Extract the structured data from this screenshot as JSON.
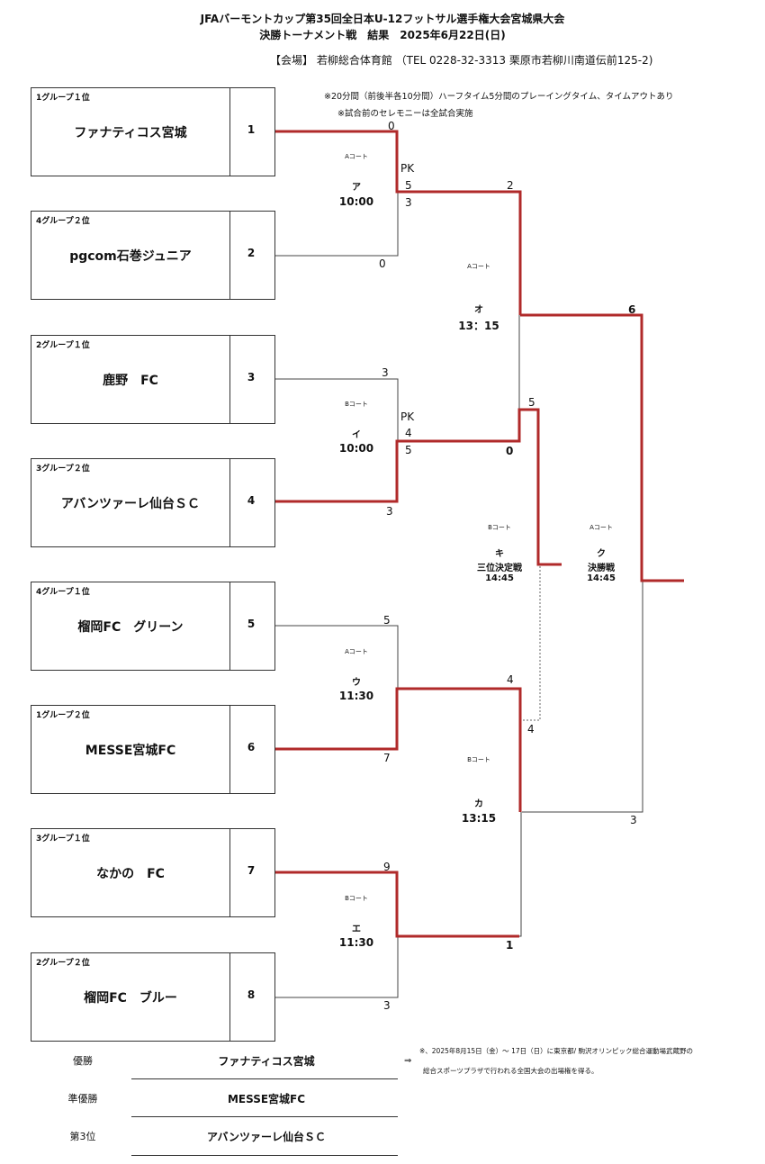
{
  "header": {
    "title": "JFAバーモントカップ第35回全日本U-12フットサル選手権大会宮城県大会",
    "subtitle": "決勝トーナメント戦　結果　2025年6月22日(日)",
    "venue": "【会場】 若柳総合体育館 （TEL 0228-32-3313  栗原市若柳川南道伝前125-2)"
  },
  "notes": {
    "play_time": "※20分間（前後半各10分間）ハーフタイム5分間のプレーイングタイム、タイムアウトあり",
    "ceremony": "※試合前のセレモニーは全試合実施"
  },
  "teams": [
    {
      "group": "1グループ１位",
      "name": "ファナティコス宮城",
      "seed": "1"
    },
    {
      "group": "4グループ２位",
      "name": "pgcom石巻ジュニア",
      "seed": "2"
    },
    {
      "group": "2グループ１位",
      "name": "鹿野　FC",
      "seed": "3"
    },
    {
      "group": "3グループ２位",
      "name": "アバンツァーレ仙台ＳＣ",
      "seed": "4"
    },
    {
      "group": "4グループ１位",
      "name": "榴岡FC　グリーン",
      "seed": "5"
    },
    {
      "group": "1グループ２位",
      "name": "MESSE宮城FC",
      "seed": "6"
    },
    {
      "group": "3グループ１位",
      "name": "なかの　FC",
      "seed": "7"
    },
    {
      "group": "2グループ２位",
      "name": "榴岡FC　ブルー",
      "seed": "8"
    }
  ],
  "matches": {
    "a": {
      "court": "Aコート",
      "id": "ア",
      "time": "10:00",
      "score_top": "0",
      "pk_label": "PK",
      "pk_top": "5",
      "pk_bottom": "3",
      "score_bottom": "0"
    },
    "i": {
      "court": "Bコート",
      "id": "イ",
      "time": "10:00",
      "score_top": "3",
      "pk_label": "PK",
      "pk_top": "4",
      "pk_bottom": "5",
      "score_bottom": "3"
    },
    "u": {
      "court": "Aコート",
      "id": "ウ",
      "time": "11:30",
      "score_top": "5",
      "score_bottom": "7"
    },
    "e": {
      "court": "Bコート",
      "id": "エ",
      "time": "11:30",
      "score_top": "9",
      "score_bottom": "3"
    },
    "o": {
      "court": "Aコート",
      "id": "オ",
      "time": "13：15",
      "score_top": "2",
      "score_bottom": "0"
    },
    "ka": {
      "court": "Bコート",
      "id": "カ",
      "time": "13:15",
      "score_top": "4",
      "score_bottom": "1"
    },
    "ki": {
      "court": "Bコート",
      "id": "キ",
      "title": "三位決定戦",
      "time": "14:45",
      "score_top": "5",
      "score_bottom": "4"
    },
    "ku": {
      "court": "Aコート",
      "id": "ク",
      "title": "決勝戦",
      "time": "14:45",
      "score_top": "6",
      "score_bottom": "3"
    }
  },
  "results": [
    {
      "label": "優勝",
      "team": "ファナティコス宮城"
    },
    {
      "label": "準優勝",
      "team": "MESSE宮城FC"
    },
    {
      "label": "第3位",
      "team": "アバンツァーレ仙台ＳＣ"
    }
  ],
  "footnote": {
    "arrow": "⇒",
    "line1": "※、2025年8月15日（金）～ 17日（日）に東京都/ 駒沢オリンピック総合運動場武蔵野の",
    "line2": "総合スポーツプラザで行われる全国大会の出場権を得る。"
  },
  "colors": {
    "winner_path": "#b02a2a",
    "line": "#444444"
  }
}
